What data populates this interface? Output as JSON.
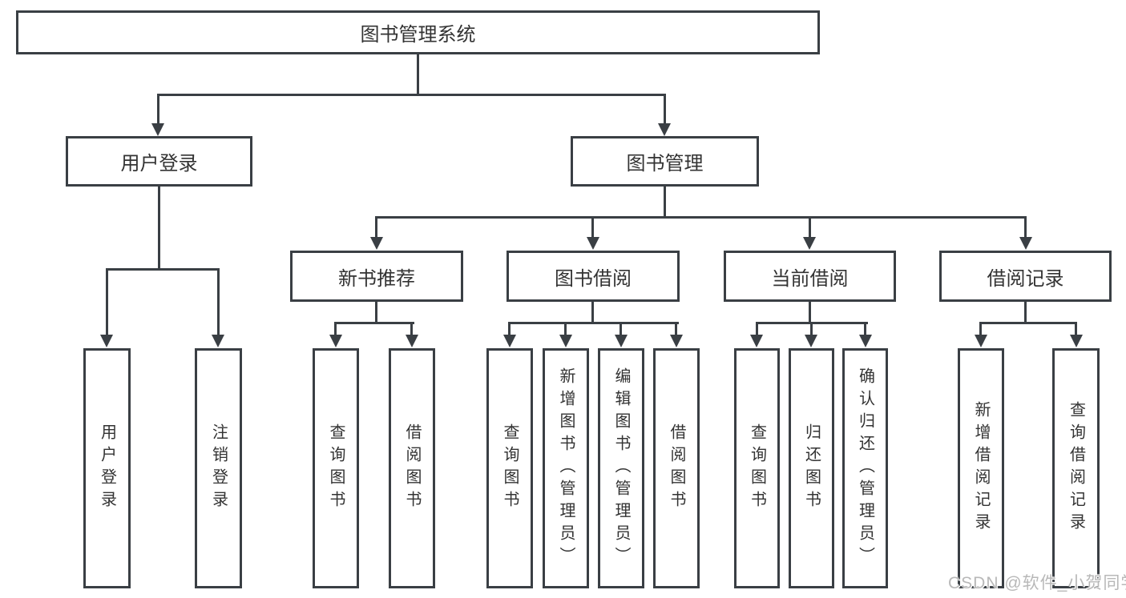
{
  "diagram": {
    "root": {
      "label": "图书管理系统"
    },
    "level2": [
      {
        "label": "用户登录",
        "children": [
          "用户登录",
          "注销登录"
        ]
      },
      {
        "label": "图书管理",
        "children": [
          {
            "label": "新书推荐",
            "children": [
              "查询图书",
              "借阅图书"
            ]
          },
          {
            "label": "图书借阅",
            "children": [
              "查询图书",
              "新增图书（管理员）",
              "编辑图书（管理员）",
              "借阅图书"
            ]
          },
          {
            "label": "当前借阅",
            "children": [
              "查询图书",
              "归还图书",
              "确认归还（管理员）"
            ]
          },
          {
            "label": "借阅记录",
            "children": [
              "新增借阅记录",
              "查询借阅记录"
            ]
          }
        ]
      }
    ]
  },
  "watermark": {
    "text": "CSDN @软件_小贺同学"
  },
  "colors": {
    "line": "#3a3f44",
    "text": "#333333",
    "watermark": "#b8b8b8",
    "background": "#ffffff"
  }
}
